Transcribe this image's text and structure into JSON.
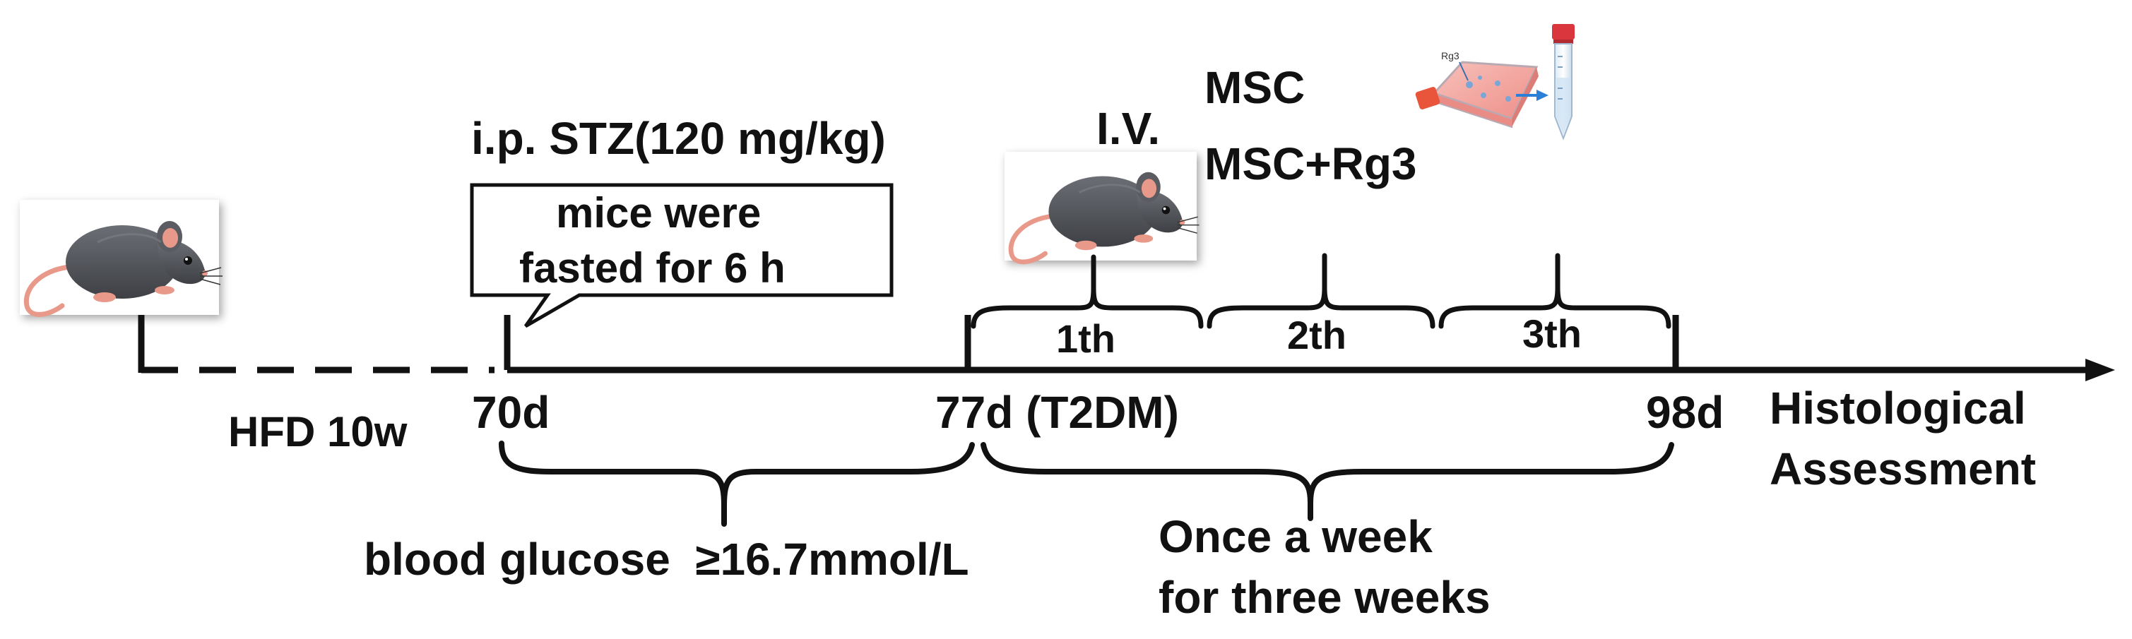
{
  "timeline": {
    "stages": {
      "start": "HFD 10w",
      "stz_day": "70d",
      "t2dm_day": "77d (T2DM)",
      "end_day": "98d"
    },
    "end_label": {
      "line1": "Histological",
      "line2": "Assessment"
    }
  },
  "stz": {
    "title": "i.p. STZ(120 mg/kg)",
    "callout_line1": "mice were",
    "callout_line2": "fasted for 6 h"
  },
  "glucose": {
    "label": "blood glucose  ≥16.7mmol/L"
  },
  "injection": {
    "route": "I.V.",
    "group1": "MSC",
    "group2": "MSC+Rg3",
    "doses": [
      "1th",
      "2th",
      "3th"
    ],
    "schedule_line1": "Once a week",
    "schedule_line2": "for three weeks",
    "culture_label": "Rg3"
  },
  "icons": [
    "mouse-icon",
    "cell-culture-flask-icon",
    "centrifuge-tube-icon",
    "arrow-right-icon"
  ],
  "colors": {
    "line": "#111111",
    "mouse_body": "#55575c",
    "mouse_tail": "#e8998a",
    "flask_medium": "#f3a9a3",
    "flask_cap": "#e8553b",
    "tube_cap": "#d9363e",
    "arrow_blue": "#2b7fd6"
  }
}
